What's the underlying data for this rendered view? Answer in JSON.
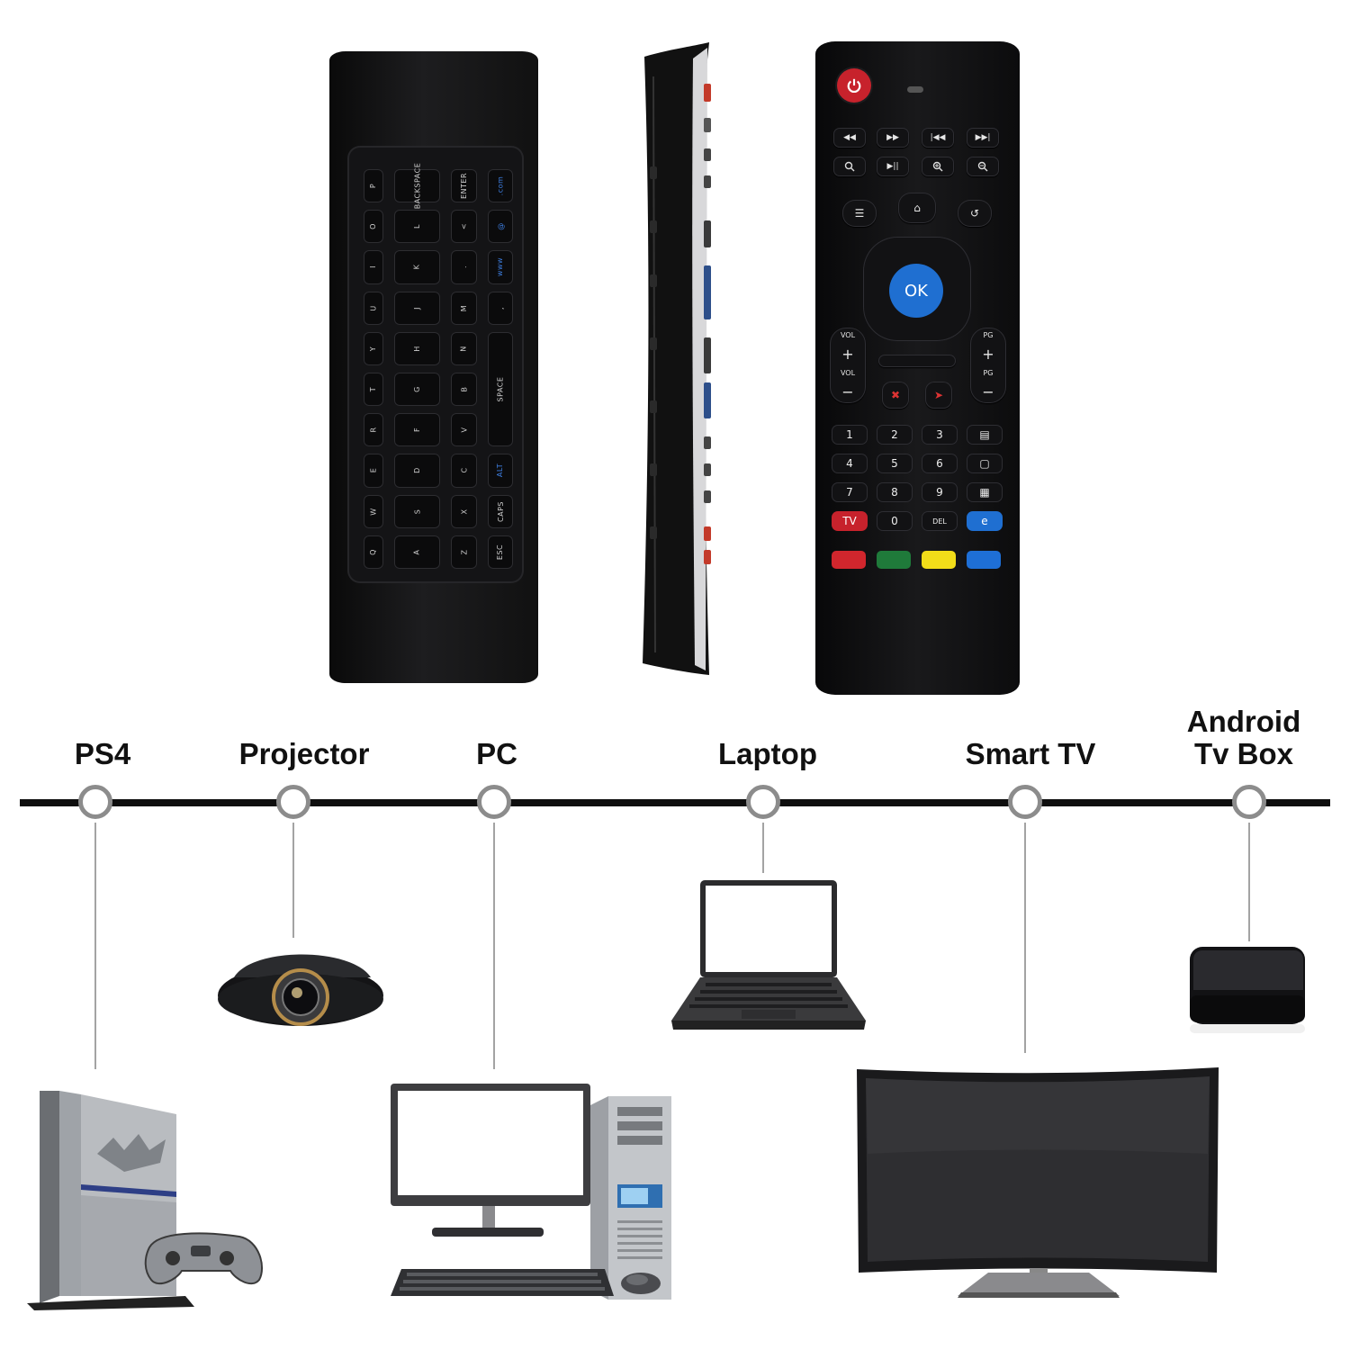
{
  "remote_front": {
    "power_icon": "power-icon",
    "ok_label": "OK",
    "vol_label": "VOL",
    "pg_label": "PG",
    "plus": "+",
    "minus": "−",
    "tv_label": "TV",
    "del_label": "DEL",
    "numbers": [
      "1",
      "2",
      "3",
      "4",
      "5",
      "6",
      "7",
      "8",
      "9",
      "0"
    ],
    "color_buttons": [
      "#d1262d",
      "#1f7a3a",
      "#f2dd19",
      "#1e6fd6"
    ],
    "accent": "#1f6fd1",
    "power_color": "#c7222c"
  },
  "remote_back": {
    "keys": [
      [
        "P",
        "BACKSPACE",
        "ENTER",
        ".com"
      ],
      [
        "O",
        "L",
        "<",
        "@"
      ],
      [
        "I",
        "K",
        ".",
        "www"
      ],
      [
        "U",
        "J",
        "M",
        ","
      ],
      [
        "Y",
        "H",
        "N",
        "SPACE"
      ],
      [
        "T",
        "G",
        "B"
      ],
      [
        "R",
        "F",
        "V"
      ],
      [
        "E",
        "D",
        "C",
        "ALT"
      ],
      [
        "W",
        "S",
        "X",
        "CAPS"
      ],
      [
        "Q",
        "A",
        "Z",
        "ESC"
      ]
    ]
  },
  "devices": [
    {
      "label": "PS4"
    },
    {
      "label": "Projector"
    },
    {
      "label": "PC"
    },
    {
      "label": "Laptop"
    },
    {
      "label": "Smart TV"
    },
    {
      "label": "Android\nTv Box"
    }
  ]
}
